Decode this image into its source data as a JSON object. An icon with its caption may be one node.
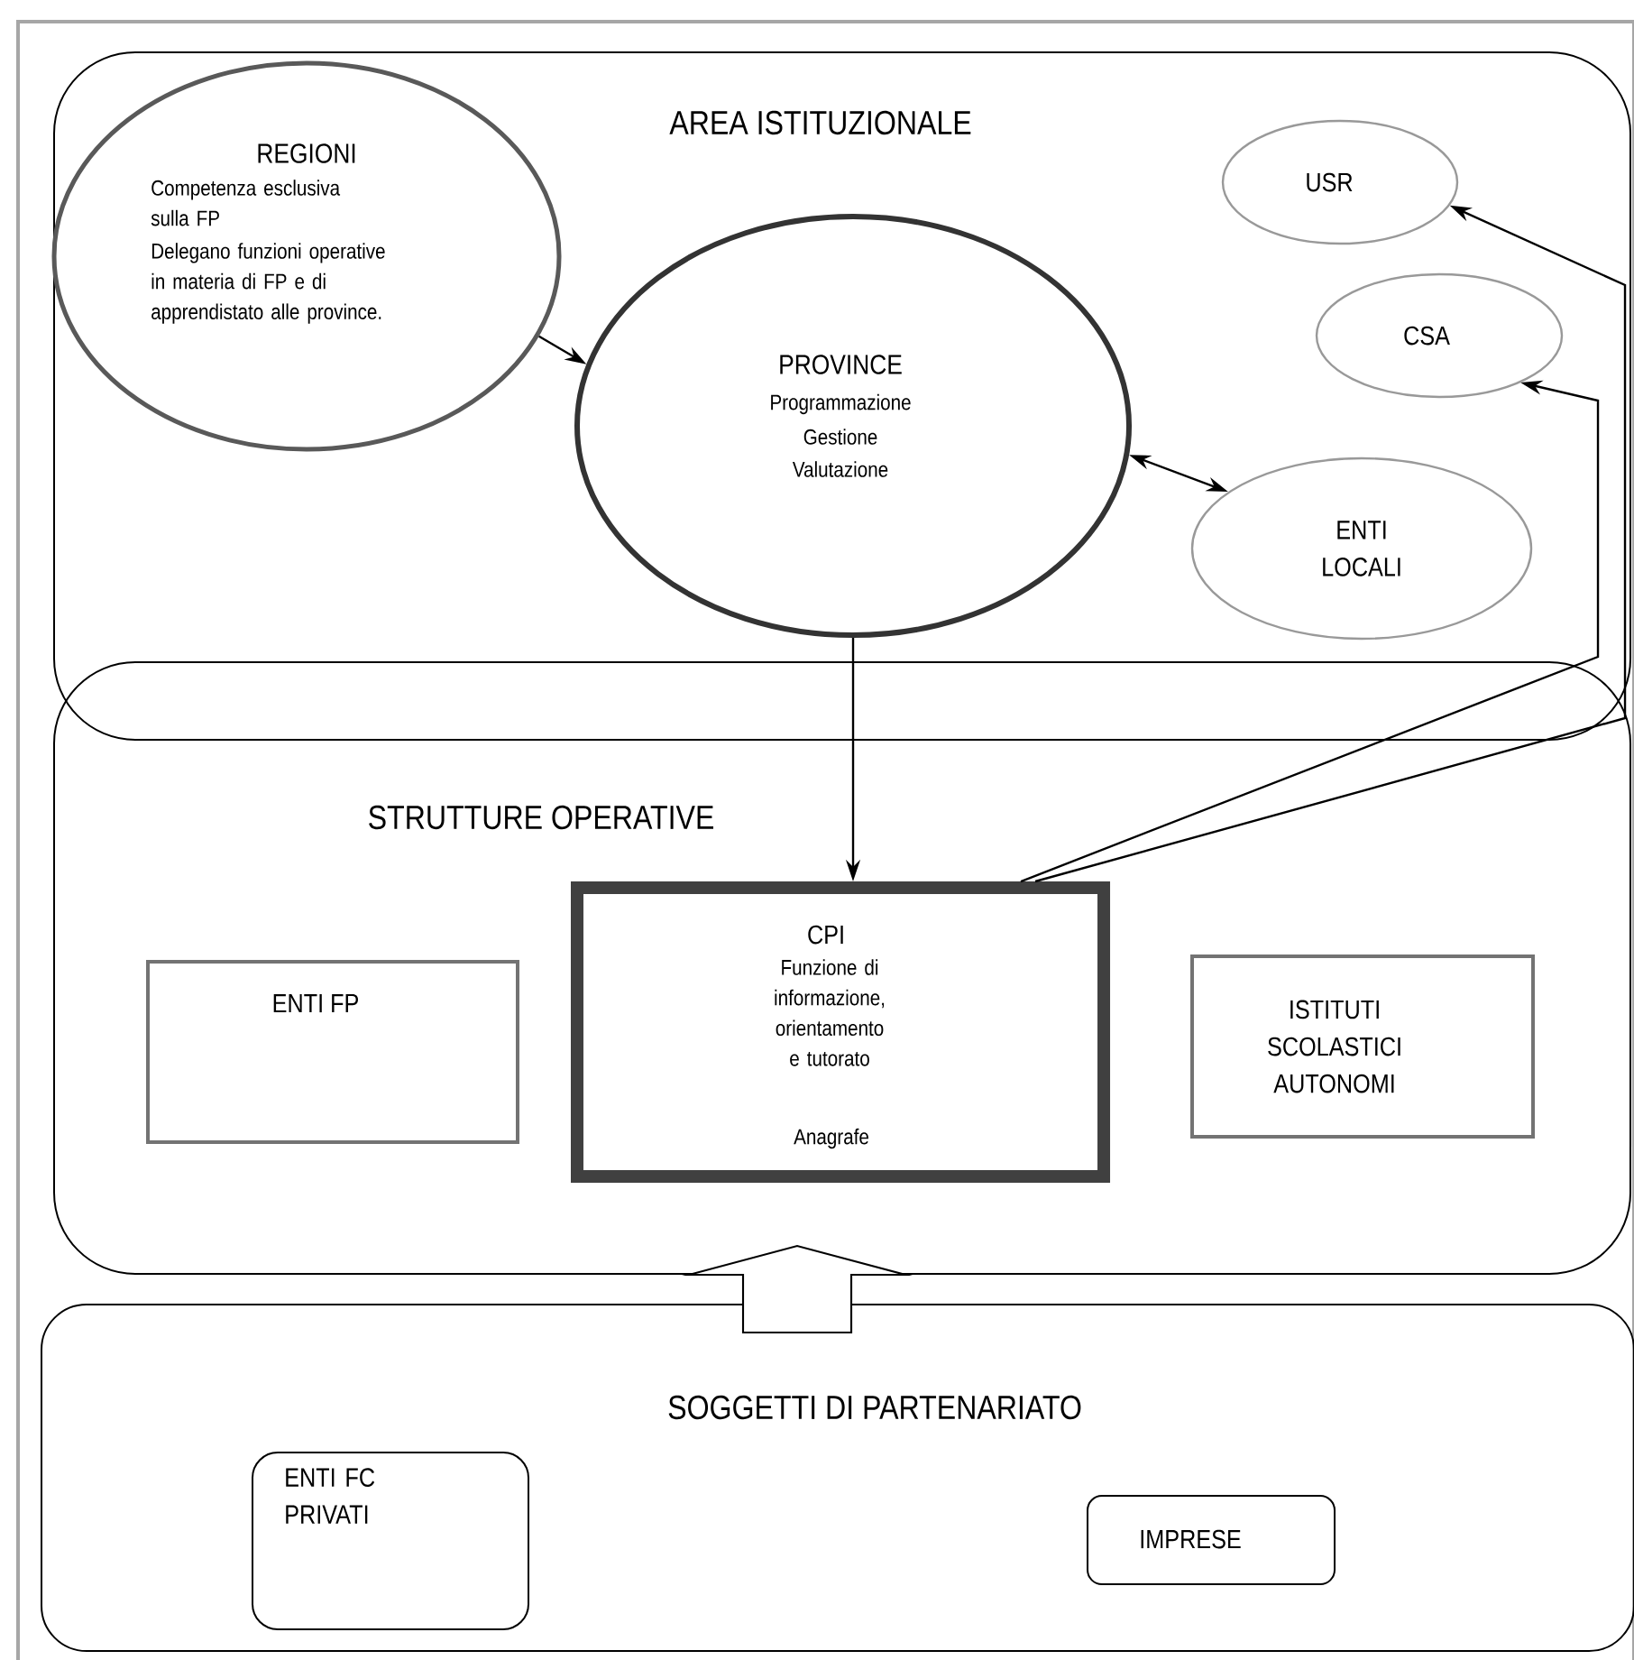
{
  "diagram": {
    "nodes": [
      {
        "text": [
          "AREA ISTITUZIONALE"
        ]
      },
      {
        "text": [
          "REGIONI",
          "Competenza esclusiva sulla FP",
          "Delegano funzioni operative in materia di FP e di apprendistato alle province."
        ],
        "in": 0
      },
      {
        "text": [
          "PROVINCE",
          "Programmazione",
          "Gestione",
          "Valutazione"
        ],
        "in": 0
      },
      {
        "text": [
          "USR"
        ],
        "in": 0
      },
      {
        "text": [
          "CSA"
        ],
        "in": 0
      },
      {
        "text": [
          "ENTI LOCALI"
        ],
        "in": 0
      },
      {
        "text": [
          "STRUTTURE OPERATIVE"
        ]
      },
      {
        "text": [
          "ENTI FP"
        ],
        "in": 6
      },
      {
        "text": [
          "CPI",
          "Funzione di informazione, orientamento e tutorato",
          "Anagrafe"
        ],
        "in": 6
      },
      {
        "text": [
          "ISTITUTI SCOLASTICI AUTONOMI"
        ],
        "in": 6
      },
      {
        "text": [
          "SOGGETTI DI PARTENARIATO"
        ]
      },
      {
        "text": [
          "ENTI FC PRIVATI"
        ],
        "in": 10
      },
      {
        "text": [
          "IMPRESE"
        ],
        "in": 10
      }
    ],
    "edges": [
      {
        "from": 1,
        "to": 2,
        "arrow": "to"
      },
      {
        "from": 2,
        "to": 5,
        "arrow": "both"
      },
      {
        "from": 2,
        "to": 8,
        "arrow": "to"
      },
      {
        "from": 8,
        "to": 3,
        "arrow": "to"
      },
      {
        "from": 8,
        "to": 4,
        "arrow": "to"
      },
      {
        "from": 10,
        "to": 6,
        "arrow": "to",
        "style": "thick"
      }
    ]
  }
}
